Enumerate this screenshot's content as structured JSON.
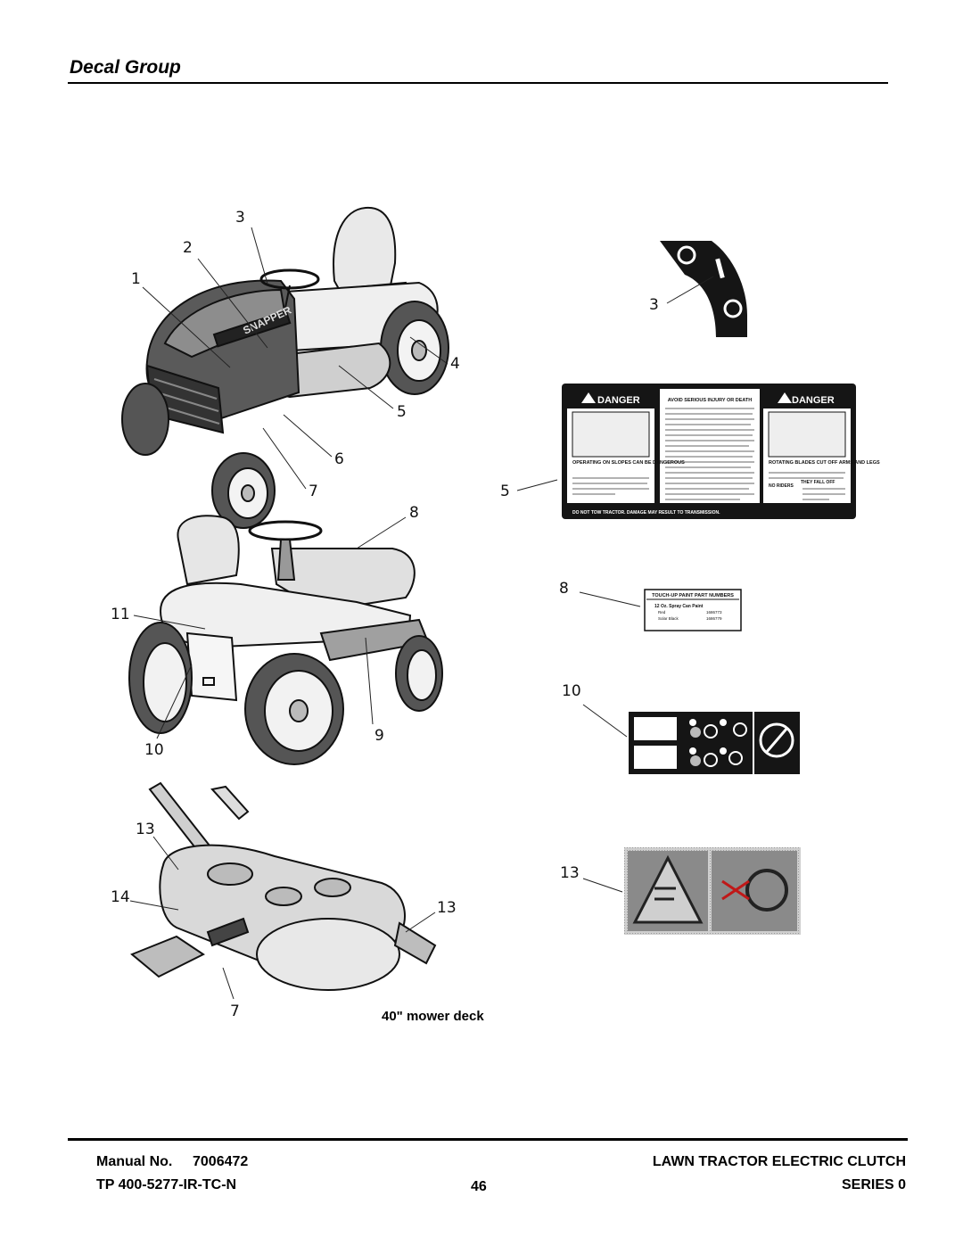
{
  "header": {
    "title": "Decal Group"
  },
  "illustration": {
    "callouts": [
      "1",
      "2",
      "3",
      "4",
      "5",
      "6",
      "7",
      "8",
      "9",
      "10",
      "11",
      "13",
      "14"
    ],
    "decal_callouts": [
      "3",
      "5",
      "8",
      "10",
      "13"
    ],
    "deck_caption": "40\" mower deck",
    "tractor_brand": "SNAPPER"
  },
  "decals": {
    "danger": {
      "heading_left": "DANGER",
      "heading_right": "DANGER",
      "middle_title": "AVOID SERIOUS INJURY OR DEATH",
      "slopes_title": "OPERATING ON SLOPES CAN BE DANGEROUS",
      "blades_title": "ROTATING BLADES CUT OFF ARMS AND LEGS",
      "no_riders": "NO RIDERS",
      "they_fall_off": "THEY FALL OFF",
      "bottom_line": "DO NOT TOW TRACTOR. DAMAGE MAY RESULT TO TRANSMISSION."
    },
    "touchup": {
      "heading": "TOUCH-UP PAINT PART NUMBERS",
      "sub": "12 Oz. Spray Can Paint",
      "rows": [
        {
          "label": "Red",
          "value": "1686773"
        },
        {
          "label": "Solar Black",
          "value": "1686779"
        }
      ]
    },
    "switch": {
      "off": "O",
      "on": "I"
    },
    "colors": {
      "decal_black": "#151515",
      "danger_red": "#c01818",
      "gray_hatch": "#bdbdbd"
    }
  },
  "footer": {
    "manual_label": "Manual No.",
    "manual_no": "7006472",
    "tp": "TP 400-5277-IR-TC-N",
    "product": "LAWN TRACTOR ELECTRIC CLUTCH",
    "series": "SERIES 0",
    "page": "46"
  }
}
